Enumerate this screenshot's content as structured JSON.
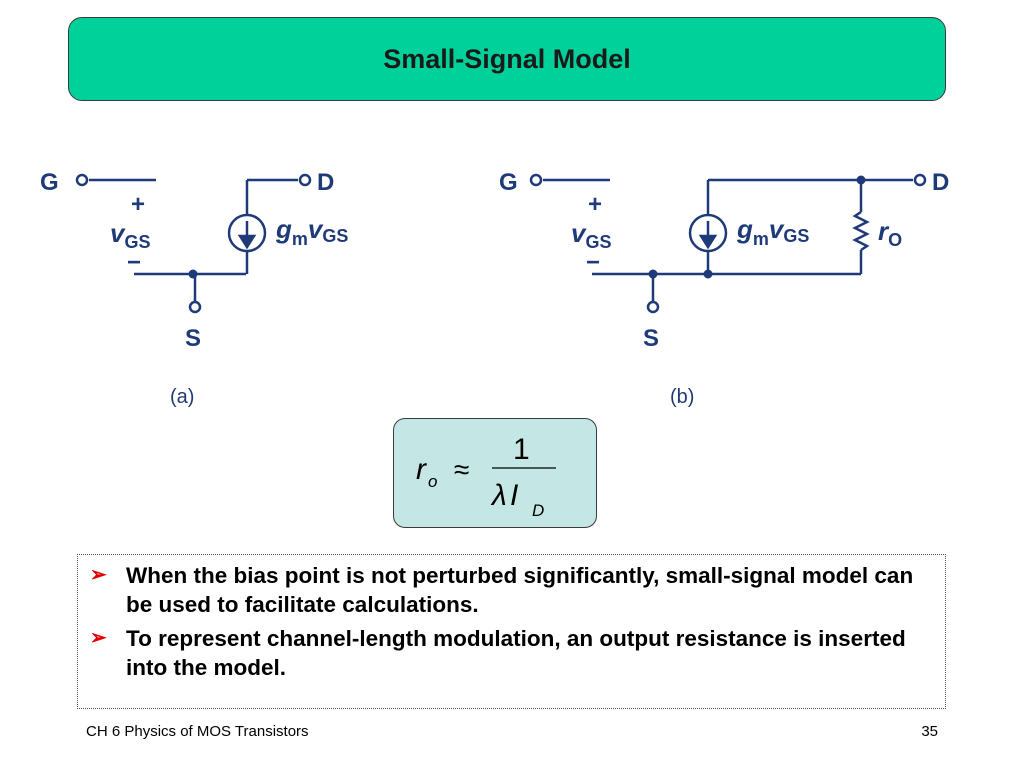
{
  "slide_title": "Small-Signal Model",
  "circuit_a": {
    "gate": "G",
    "drain": "D",
    "source": "S",
    "plus": "+",
    "minus": "−",
    "vgs_v": "v",
    "vgs_sub": "GS",
    "gm_g": "g",
    "gm_sub": "m",
    "gm_v": "v",
    "gm_vsub": "GS",
    "caption": "(a)"
  },
  "circuit_b": {
    "gate": "G",
    "drain": "D",
    "source": "S",
    "plus": "+",
    "minus": "−",
    "vgs_v": "v",
    "vgs_sub": "GS",
    "gm_g": "g",
    "gm_sub": "m",
    "gm_v": "v",
    "gm_vsub": "GS",
    "ro_r": "r",
    "ro_sub": "O",
    "caption": "(b)"
  },
  "formula": {
    "lhs": "r",
    "lhs_sub": "o",
    "approx": "≈",
    "numerator": "1",
    "den_lambda": "λ",
    "den_i": "I",
    "den_sub": "D"
  },
  "bullets": [
    {
      "text": "When the bias point is not perturbed significantly, small-signal model can be used to facilitate calculations."
    },
    {
      "text": "To represent channel-length modulation, an output resistance is inserted into the model."
    }
  ],
  "footer": {
    "chapter": "CH 6  Physics of MOS Transistors",
    "page": "35"
  },
  "colors": {
    "wire": "#1f3a78",
    "title_bg": "#00d09a",
    "formula_bg": "#c4e6e4",
    "bullet_arrow": "#e00000"
  }
}
